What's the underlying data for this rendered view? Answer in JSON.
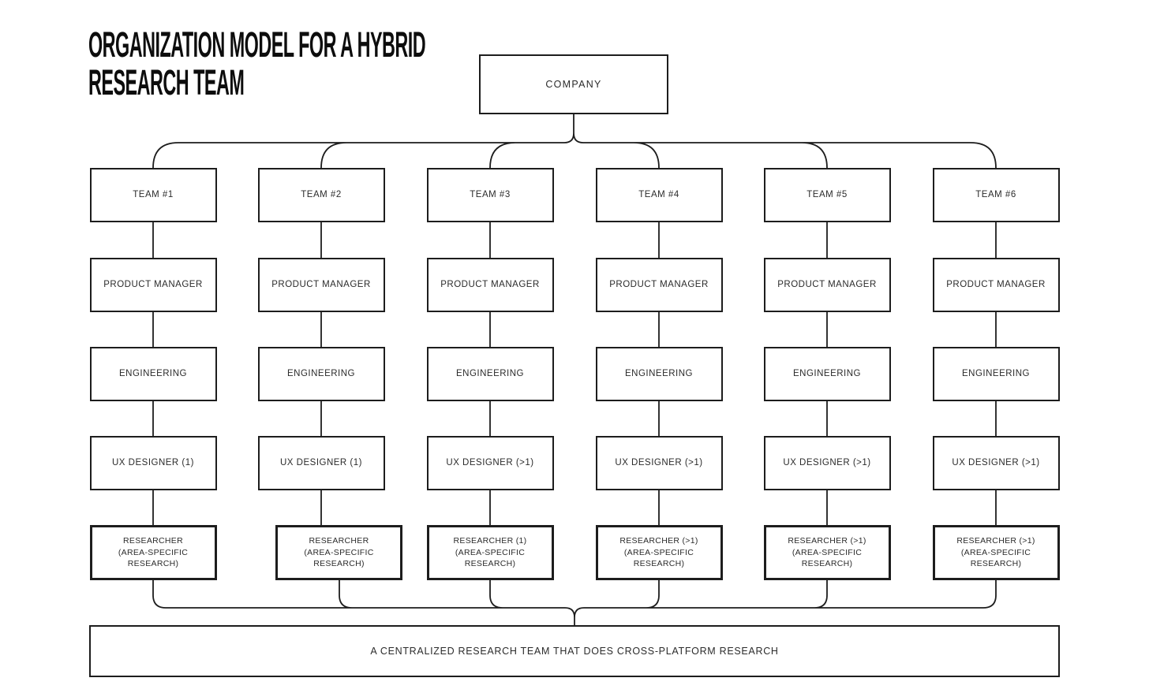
{
  "title": {
    "line1": "ORGANIZATION MODEL FOR A HYBRID",
    "line2": "RESEARCH TEAM"
  },
  "company": {
    "label": "COMPANY"
  },
  "teams": [
    {
      "name": "TEAM #1",
      "roles": {
        "product_manager": "PRODUCT MANAGER",
        "engineering": "ENGINEERING",
        "ux_designer": "UX DESIGNER (1)",
        "researcher_line1": "RESEARCHER",
        "researcher_line2": "(AREA-SPECIFIC RESEARCH)"
      }
    },
    {
      "name": "TEAM #2",
      "roles": {
        "product_manager": "PRODUCT MANAGER",
        "engineering": "ENGINEERING",
        "ux_designer": "UX DESIGNER (1)",
        "researcher_line1": "RESEARCHER",
        "researcher_line2": "(AREA-SPECIFIC RESEARCH)"
      }
    },
    {
      "name": "TEAM #3",
      "roles": {
        "product_manager": "PRODUCT MANAGER",
        "engineering": "ENGINEERING",
        "ux_designer": "UX DESIGNER (>1)",
        "researcher_line1": "RESEARCHER (1)",
        "researcher_line2": "(AREA-SPECIFIC RESEARCH)"
      }
    },
    {
      "name": "TEAM #4",
      "roles": {
        "product_manager": "PRODUCT MANAGER",
        "engineering": "ENGINEERING",
        "ux_designer": "UX DESIGNER (>1)",
        "researcher_line1": "RESEARCHER (>1)",
        "researcher_line2": "(AREA-SPECIFIC RESEARCH)"
      }
    },
    {
      "name": "TEAM #5",
      "roles": {
        "product_manager": "PRODUCT MANAGER",
        "engineering": "ENGINEERING",
        "ux_designer": "UX DESIGNER (>1)",
        "researcher_line1": "RESEARCHER (>1)",
        "researcher_line2": "(AREA-SPECIFIC RESEARCH)"
      }
    },
    {
      "name": "TEAM #6",
      "roles": {
        "product_manager": "PRODUCT MANAGER",
        "engineering": "ENGINEERING",
        "ux_designer": "UX DESIGNER (>1)",
        "researcher_line1": "RESEARCHER (>1)",
        "researcher_line2": "(AREA-SPECIFIC RESEARCH)"
      }
    }
  ],
  "central_team": {
    "label": "A CENTRALIZED RESEARCH TEAM THAT DOES CROSS-PLATFORM RESEARCH"
  },
  "colors": {
    "line": "#1d1d1d",
    "text": "#2b2b2b",
    "background": "#ffffff"
  }
}
